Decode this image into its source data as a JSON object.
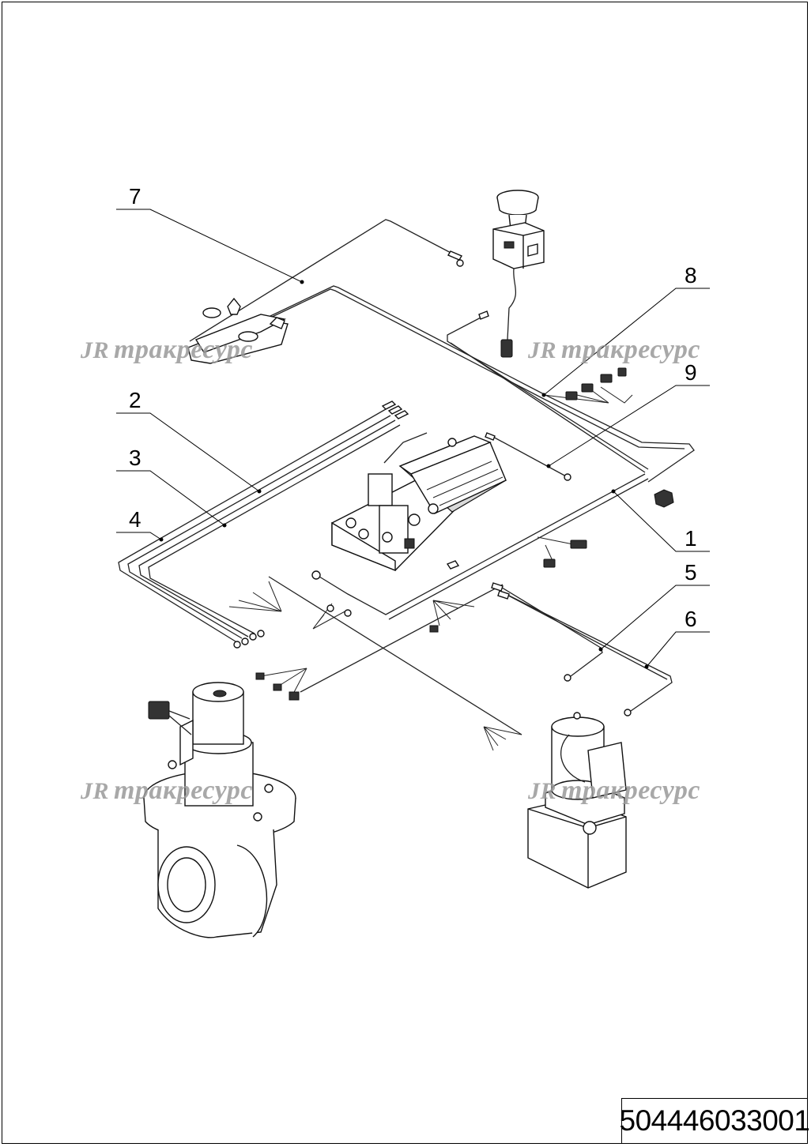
{
  "drawing": {
    "document_number": "504446033001",
    "watermark": {
      "logo": "JR",
      "text": "тракресурс"
    },
    "callouts": [
      "1",
      "2",
      "3",
      "4",
      "5",
      "6",
      "7",
      "8",
      "9"
    ]
  }
}
